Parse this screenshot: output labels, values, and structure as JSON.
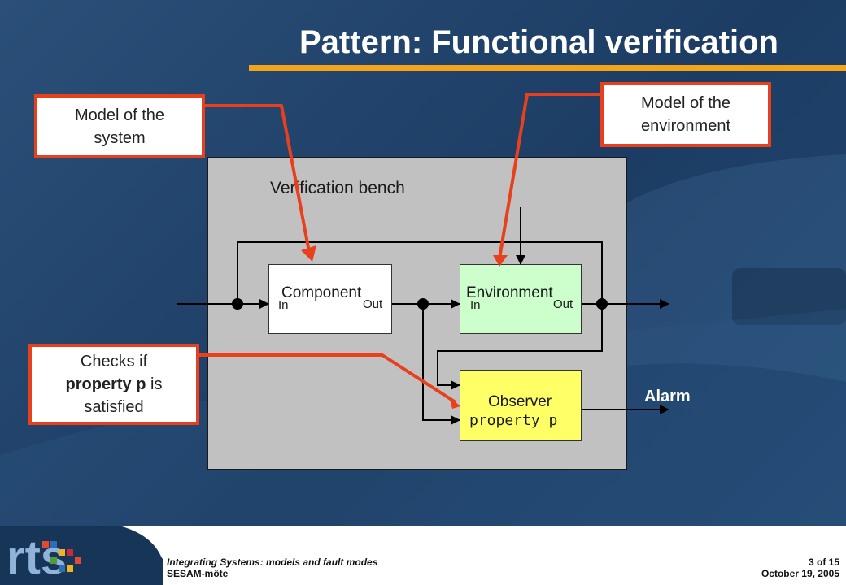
{
  "title": "Pattern: Functional verification",
  "callouts": {
    "system": [
      "Model of the",
      "system"
    ],
    "environment": [
      "Model of the",
      "environment"
    ],
    "checks": {
      "line1": "Checks if",
      "line2_bold": "property p",
      "line2_rest": " is",
      "line3": "satisfied"
    }
  },
  "bench": {
    "label": "Verification bench",
    "component": {
      "name": "Component",
      "in": "In",
      "out": "Out"
    },
    "environment": {
      "name": "Environment",
      "in": "In",
      "out": "Out"
    },
    "observer": {
      "name": "Observer",
      "property": "property p"
    },
    "alarm": "Alarm"
  },
  "footer": {
    "left_line1": "Integrating Systems: models and fault modes",
    "left_line2": "SESAM-möte",
    "page": "3 of 15",
    "date": "October 19, 2005"
  },
  "colors": {
    "background": "#1c3c63",
    "accent_rule": "#f5a31a",
    "callout_border": "#e8401c",
    "bench_fill": "#c1c1c1",
    "environment_fill": "#ccffcc",
    "observer_fill": "#ffff66"
  },
  "logo": {
    "text": "rts"
  }
}
